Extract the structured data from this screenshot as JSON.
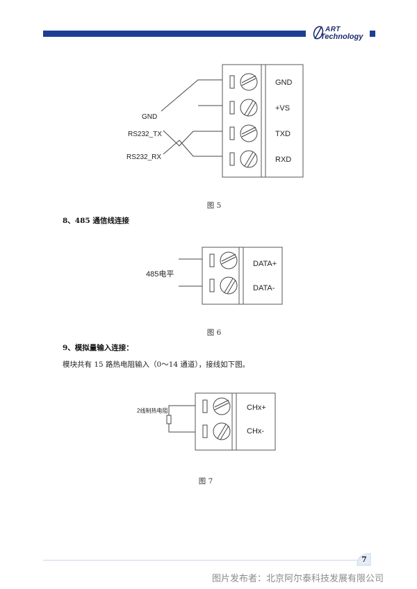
{
  "header": {
    "logo_top": "ART",
    "logo_bottom": "Technology"
  },
  "figure5": {
    "terminals": [
      "GND",
      "+VS",
      "TXD",
      "RXD"
    ],
    "wire_labels": [
      "GND",
      "RS232_TX",
      "RS232_RX"
    ],
    "caption": "图 5"
  },
  "section8": {
    "heading": "8、485 通信线连接"
  },
  "figure6": {
    "terminals": [
      "DATA+",
      "DATA-"
    ],
    "wire_label": "485电平",
    "caption": "图 6"
  },
  "section9": {
    "heading": "9、模拟量输入连接：",
    "body": "模块共有 15 路热电阻输入（0～14 通道），接线如下图。"
  },
  "figure7": {
    "terminals": [
      "CHx+",
      "CHx-"
    ],
    "resistor_label": "2线制热电阻",
    "caption": "图 7"
  },
  "footer": {
    "page_number": "7",
    "publisher": "图片发布者：北京阿尔泰科技发展有限公司"
  }
}
